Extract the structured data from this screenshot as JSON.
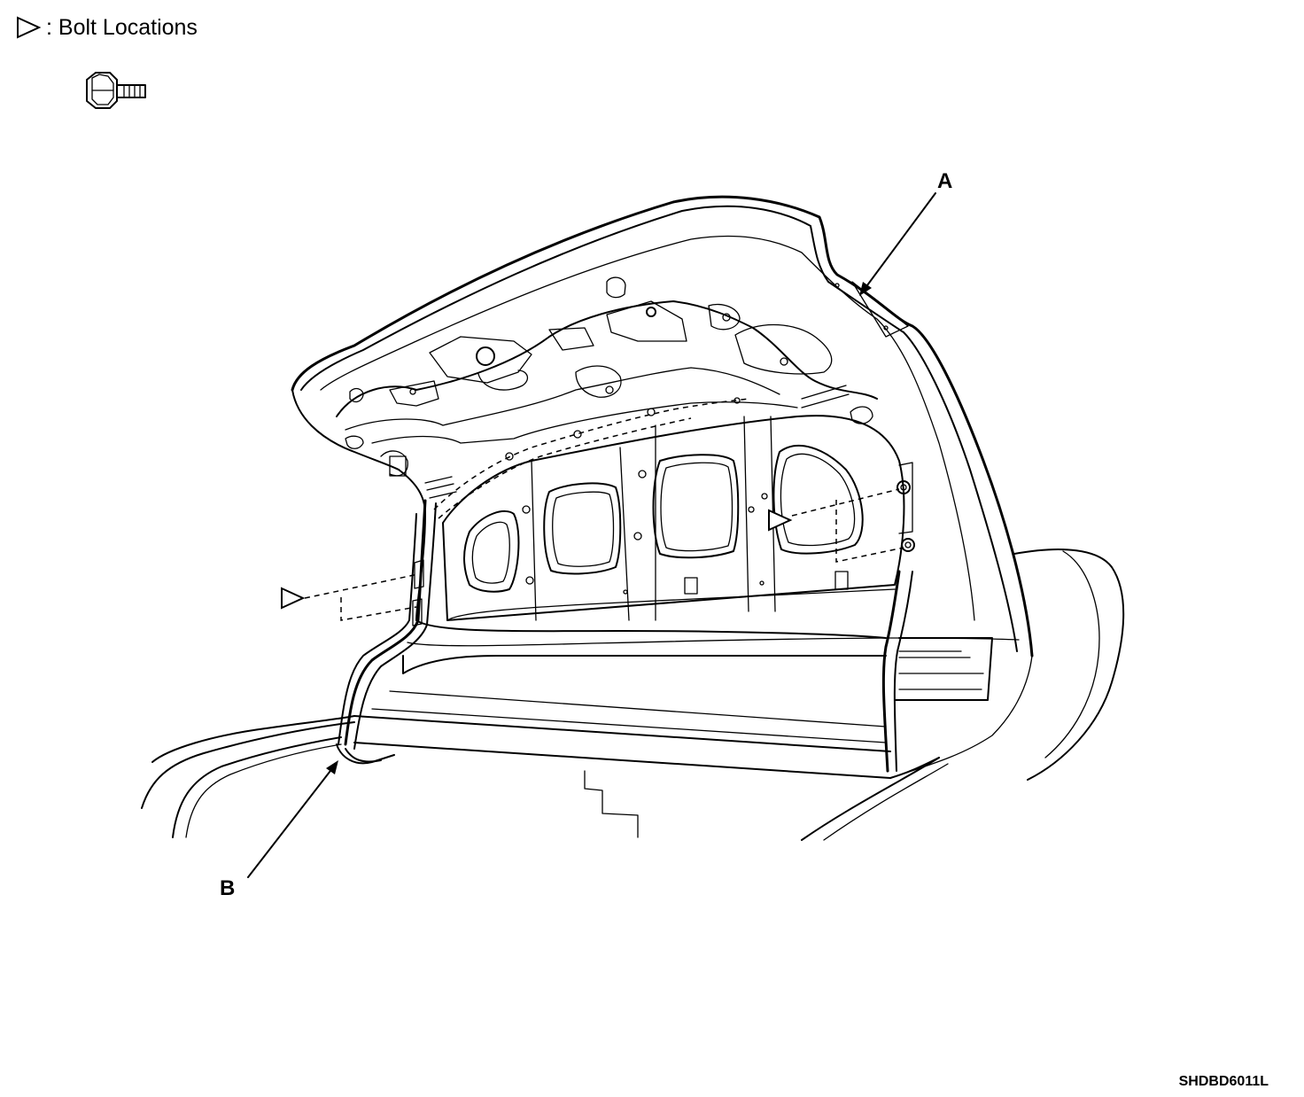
{
  "legend": {
    "symbol": "▷",
    "text": ": Bolt Locations"
  },
  "callouts": {
    "a": "A",
    "b": "B"
  },
  "figure_code": "SHDBD6011L",
  "icons": {
    "bolt": "hex-flange-bolt-icon",
    "bolt_marker": "open-triangle-marker-icon"
  }
}
